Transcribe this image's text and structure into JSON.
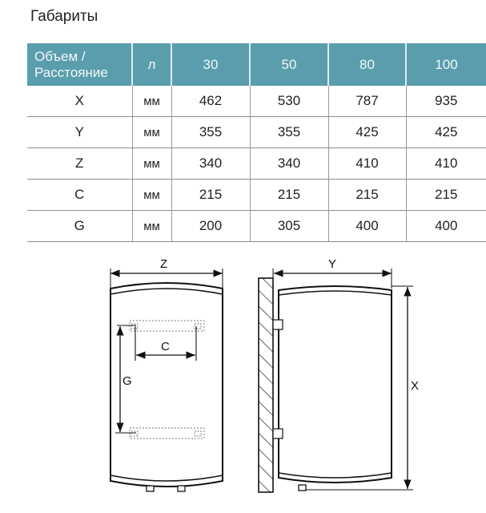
{
  "title": "Габариты",
  "table": {
    "header": {
      "label": "Объем / Расстояние",
      "label_line1": "Объем /",
      "label_line2": "Расстояние",
      "unit": "л",
      "volumes": [
        "30",
        "50",
        "80",
        "100"
      ]
    },
    "rows": [
      {
        "name": "X",
        "unit": "мм",
        "values": [
          "462",
          "530",
          "787",
          "935"
        ]
      },
      {
        "name": "Y",
        "unit": "мм",
        "values": [
          "355",
          "355",
          "425",
          "425"
        ]
      },
      {
        "name": "Z",
        "unit": "мм",
        "values": [
          "340",
          "340",
          "410",
          "410"
        ]
      },
      {
        "name": "C",
        "unit": "мм",
        "values": [
          "215",
          "215",
          "215",
          "215"
        ]
      },
      {
        "name": "G",
        "unit": "мм",
        "values": [
          "200",
          "305",
          "400",
          "400"
        ]
      }
    ]
  },
  "diagram": {
    "front_view": {
      "width_label": "Z",
      "bracket_spacing_label": "C",
      "bracket_height_label": "G"
    },
    "side_view": {
      "depth_label": "Y",
      "height_label": "X"
    }
  },
  "colors": {
    "header_bg": "#5a9eae",
    "header_text": "#f2f7f8",
    "grid": "#8d8d8d"
  }
}
